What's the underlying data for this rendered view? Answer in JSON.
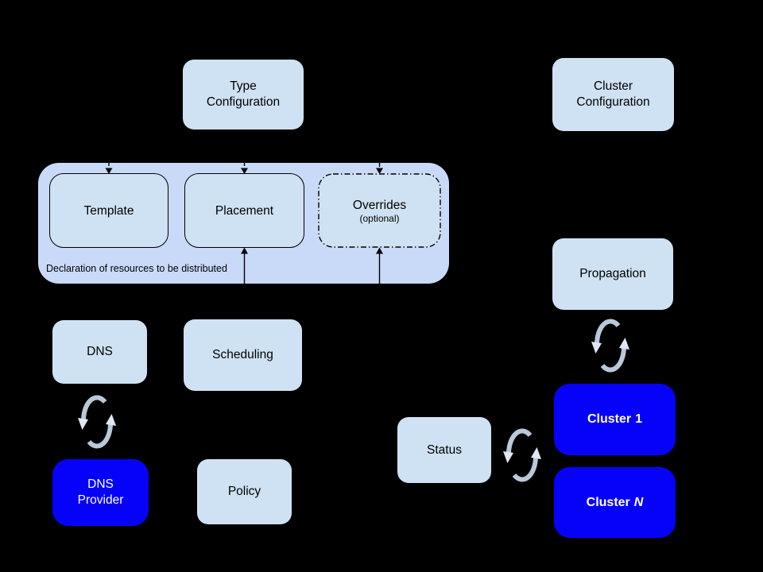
{
  "diagram": {
    "colors": {
      "bg": "#000000",
      "light_box": "#cfe2f3",
      "group_fill": "#c9daf8",
      "accent_blue": "#0602fa",
      "text_dark": "#000000",
      "text_light": "#ffffff",
      "arrow": "#000000",
      "sync_arc": "#b9c9d9",
      "sync_head": "#dfe8f2"
    },
    "nodes": {
      "type_configuration": {
        "line1": "Type",
        "line2": "Configuration"
      },
      "cluster_configuration": {
        "line1": "Cluster",
        "line2": "Configuration"
      },
      "resource_declaration": {
        "caption": "Declaration of resources to be distributed",
        "template": "Template",
        "placement": "Placement",
        "overrides": "Overrides",
        "overrides_note": "(optional)"
      },
      "dns": {
        "label": "DNS"
      },
      "scheduling": {
        "label": "Scheduling"
      },
      "policy": {
        "label": "Policy"
      },
      "dns_provider": {
        "line1": "DNS",
        "line2": "Provider"
      },
      "status": {
        "label": "Status"
      },
      "propagation": {
        "label": "Propagation"
      },
      "cluster_1": {
        "prefix": "Cluster",
        "suffix": "1"
      },
      "cluster_n": {
        "prefix": "Cluster",
        "suffix": "N"
      }
    },
    "icons": {
      "sync": "sync-icon"
    }
  }
}
